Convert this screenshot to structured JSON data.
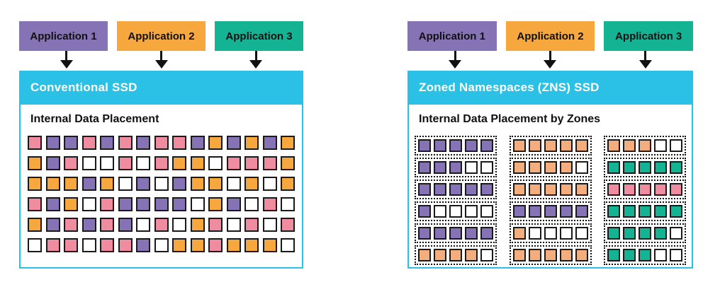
{
  "colors": {
    "purple": "#8673B6",
    "orange": "#F6A83E",
    "teal": "#13B394",
    "pink": "#F08CA0",
    "peach": "#F4AE7D",
    "white": "#FFFFFF",
    "cyan": "#2BC1E6",
    "square_border": "#1A1A1A"
  },
  "panels": [
    {
      "applications": [
        {
          "label": "Application 1",
          "color_key": "purple"
        },
        {
          "label": "Application 2",
          "color_key": "orange"
        },
        {
          "label": "Application 3",
          "color_key": "teal"
        }
      ],
      "ssd_title": "Conventional SSD",
      "placement_title": "Internal Data Placement",
      "grid_rows": [
        [
          "pink",
          "purple",
          "purple",
          "pink",
          "purple",
          "pink",
          "purple",
          "pink",
          "pink",
          "purple",
          "orange",
          "purple",
          "orange",
          "purple",
          "orange"
        ],
        [
          "orange",
          "purple",
          "pink",
          "white",
          "white",
          "pink",
          "white",
          "pink",
          "orange",
          "orange",
          "white",
          "pink",
          "pink",
          "pink",
          "orange"
        ],
        [
          "orange",
          "orange",
          "orange",
          "purple",
          "orange",
          "white",
          "purple",
          "white",
          "purple",
          "orange",
          "orange",
          "white",
          "orange",
          "white",
          "orange"
        ],
        [
          "pink",
          "purple",
          "orange",
          "white",
          "pink",
          "purple",
          "purple",
          "purple",
          "purple",
          "white",
          "orange",
          "purple",
          "white",
          "pink",
          "white"
        ],
        [
          "orange",
          "purple",
          "pink",
          "purple",
          "pink",
          "purple",
          "white",
          "pink",
          "white",
          "orange",
          "pink",
          "white",
          "pink",
          "white",
          "pink"
        ],
        [
          "white",
          "pink",
          "pink",
          "white",
          "pink",
          "pink",
          "purple",
          "white",
          "orange",
          "orange",
          "pink",
          "orange",
          "orange",
          "orange",
          "white"
        ]
      ]
    },
    {
      "applications": [
        {
          "label": "Application 1",
          "color_key": "purple"
        },
        {
          "label": "Application 2",
          "color_key": "orange"
        },
        {
          "label": "Application 3",
          "color_key": "teal"
        }
      ],
      "ssd_title": "Zoned Namespaces (ZNS) SSD",
      "placement_title": "Internal Data Placement by Zones",
      "zone_rows": [
        [
          [
            "purple",
            "purple",
            "purple",
            "purple",
            "purple"
          ],
          [
            "peach",
            "peach",
            "peach",
            "peach",
            "peach"
          ],
          [
            "peach",
            "peach",
            "peach",
            "white",
            "white"
          ]
        ],
        [
          [
            "purple",
            "purple",
            "purple",
            "white",
            "white"
          ],
          [
            "peach",
            "peach",
            "peach",
            "peach",
            "white"
          ],
          [
            "teal",
            "teal",
            "teal",
            "teal",
            "teal"
          ]
        ],
        [
          [
            "purple",
            "purple",
            "purple",
            "purple",
            "purple"
          ],
          [
            "peach",
            "peach",
            "peach",
            "peach",
            "peach"
          ],
          [
            "pink",
            "pink",
            "pink",
            "pink",
            "pink"
          ]
        ],
        [
          [
            "purple",
            "white",
            "white",
            "white",
            "white"
          ],
          [
            "purple",
            "purple",
            "purple",
            "purple",
            "purple"
          ],
          [
            "teal",
            "teal",
            "teal",
            "teal",
            "teal"
          ]
        ],
        [
          [
            "purple",
            "purple",
            "purple",
            "purple",
            "purple"
          ],
          [
            "peach",
            "white",
            "white",
            "white",
            "white"
          ],
          [
            "teal",
            "teal",
            "teal",
            "teal",
            "white"
          ]
        ],
        [
          [
            "peach",
            "peach",
            "peach",
            "peach",
            "white"
          ],
          [
            "peach",
            "peach",
            "peach",
            "peach",
            "peach"
          ],
          [
            "teal",
            "teal",
            "teal",
            "white",
            "white"
          ]
        ]
      ]
    }
  ]
}
